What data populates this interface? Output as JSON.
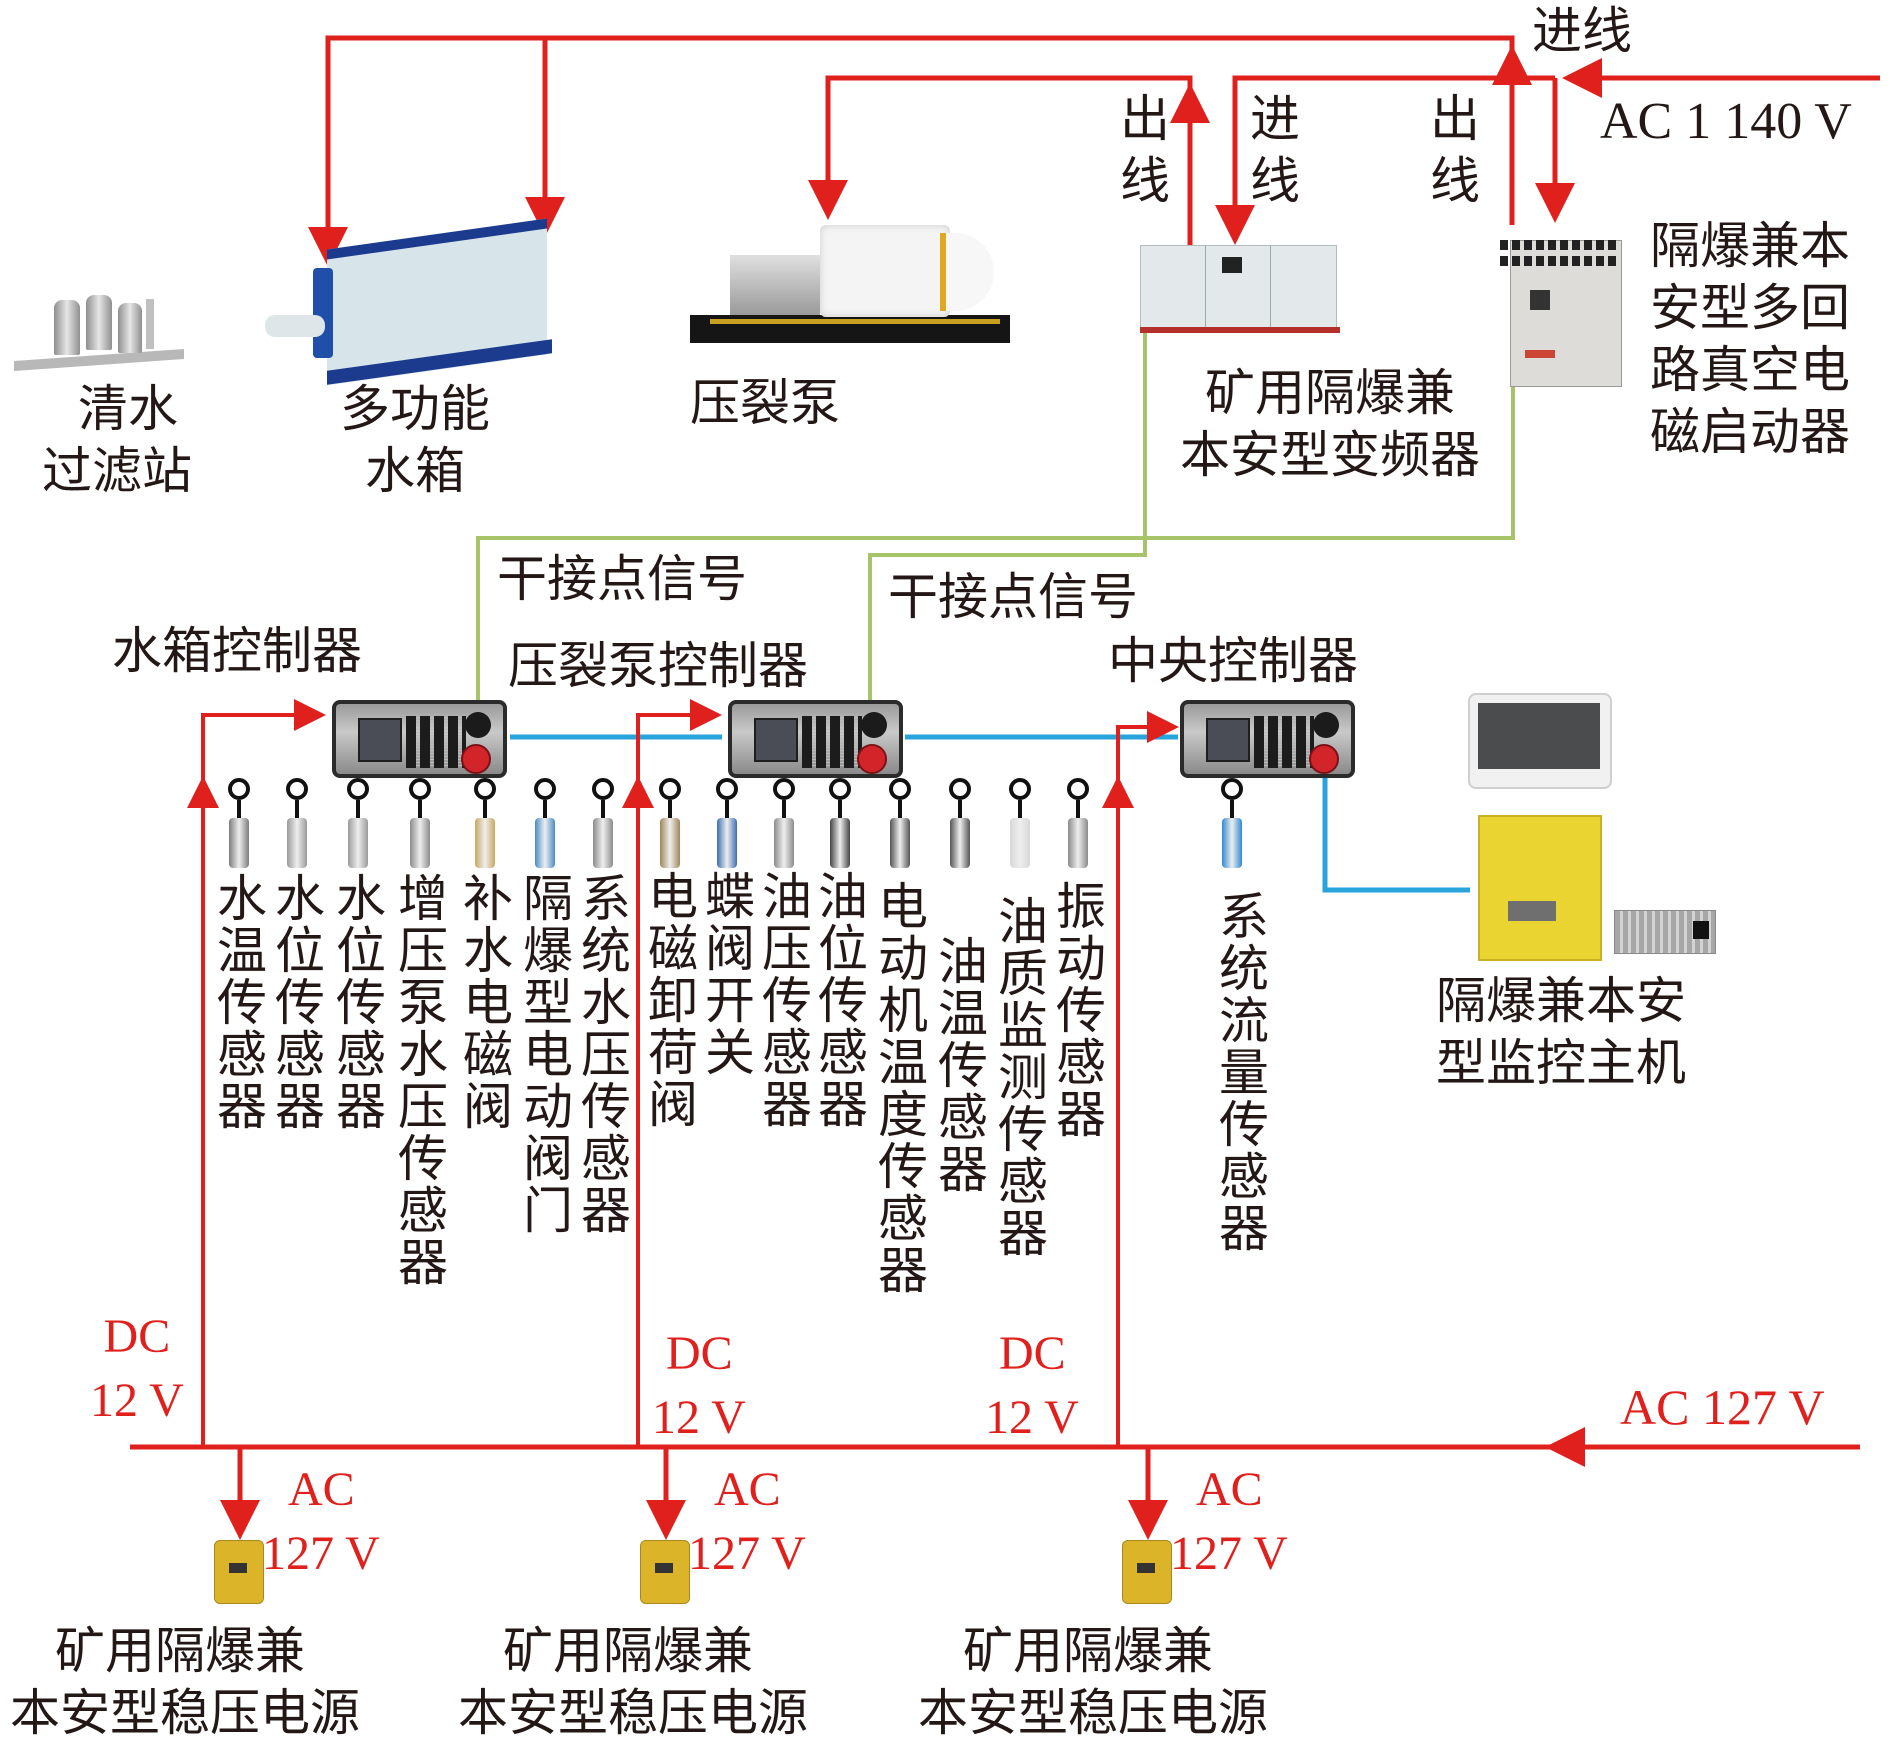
{
  "diagram": {
    "colors": {
      "power_line": "#e0201c",
      "dry_contact_line": "#a8c46a",
      "communication_line": "#29a3dc",
      "text": "#231815"
    },
    "equipment": {
      "filter_station": {
        "line1": "清水",
        "line2": "过滤站"
      },
      "water_tank": {
        "line1": "多功能",
        "line2": "水箱"
      },
      "fracturing_pump": {
        "label": "压裂泵"
      },
      "vfd": {
        "line1": "矿用隔爆兼",
        "line2": "本安型变频器"
      },
      "starter": {
        "lines": [
          "隔爆兼本",
          "安型多回",
          "路真空电",
          "磁启动器"
        ]
      },
      "monitor_host": {
        "line1": "隔爆兼本安",
        "line2": "型监控主机"
      }
    },
    "power_labels": {
      "incoming_top": "进线",
      "ac_1140": "AC 1 140 V",
      "vfd_out": {
        "c1": "出",
        "c2": "线"
      },
      "vfd_in": {
        "c1": "进",
        "c2": "线"
      },
      "starter_out": {
        "c1": "出",
        "c2": "线"
      }
    },
    "signal_labels": {
      "dry_contact_1": "干接点信号",
      "dry_contact_2": "干接点信号"
    },
    "controllers": {
      "water_tank": "水箱控制器",
      "pump": "压裂泵控制器",
      "central": "中央控制器"
    },
    "sensors": {
      "water_tank": [
        "水温传感器",
        "水位传感器",
        "水位传感器",
        "增压泵水压传感器",
        "补水电磁阀",
        "隔爆型电动阀门",
        "系统水压传感器"
      ],
      "pump": [
        "电磁卸荷阀",
        "蝶阀开关",
        "油压传感器",
        "油位传感器",
        "电动机温度传感器",
        "油温传感器",
        "油质监测传感器",
        "振动传感器"
      ],
      "central": [
        "系统流量传感器"
      ]
    },
    "dc_labels": [
      {
        "l1": "DC",
        "l2": "12 V"
      },
      {
        "l1": "DC",
        "l2": "12 V"
      },
      {
        "l1": "DC",
        "l2": "12 V"
      }
    ],
    "ac127_main": "AC 127 V",
    "power_supplies": [
      {
        "v1": "AC",
        "v2": "127 V",
        "line1": "矿用隔爆兼",
        "line2": "本安型稳压电源"
      },
      {
        "v1": "AC",
        "v2": "127 V",
        "line1": "矿用隔爆兼",
        "line2": "本安型稳压电源"
      },
      {
        "v1": "AC",
        "v2": "127 V",
        "line1": "矿用隔爆兼",
        "line2": "本安型稳压电源"
      }
    ]
  }
}
